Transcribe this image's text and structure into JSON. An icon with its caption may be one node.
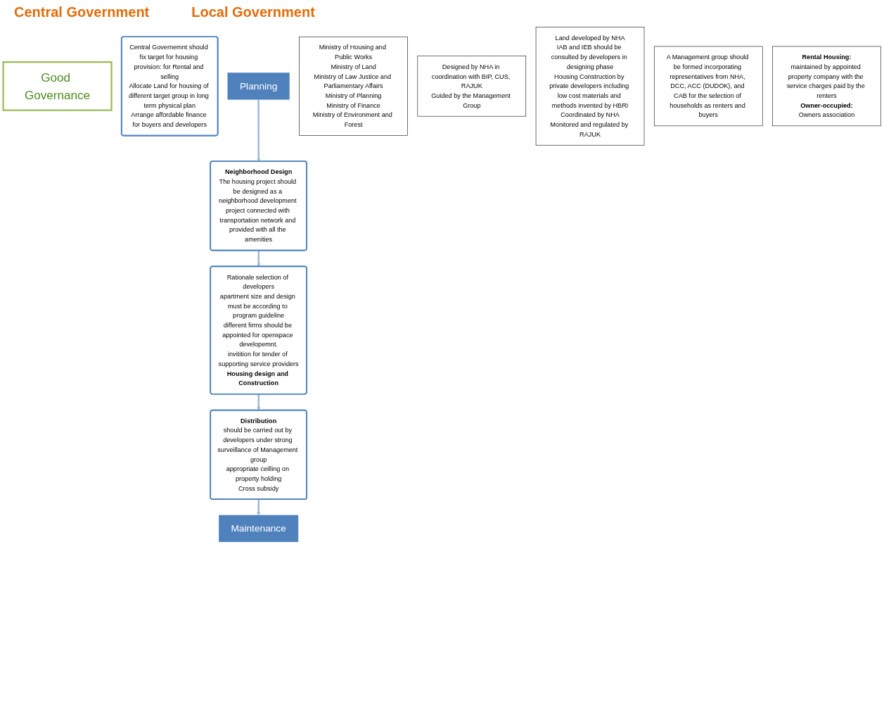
{
  "diagram": {
    "nodes": [
      {
        "text": [
          "Good Governance"
        ]
      },
      {
        "text": [
          "Central Governemnt should fix target for housing provision: for Rental and selling",
          "Allocate Land for housing of different target group in long term physical plan",
          "Arrange affordable finance for buyers and developers"
        ]
      },
      {
        "text": [
          "Planning"
        ]
      },
      {
        "text": [
          "Ministry of Housing and Public Works",
          "Ministry of Land",
          "Ministry of Law Justice and Parliamentary Affairs",
          "Ministry of Planning",
          "Ministry of Finance",
          "Ministry of Environment and Forest"
        ]
      },
      {
        "text": [
          "Neighborhood Design",
          "The housing project should be designed as a neighborhood development project connected with transportation network and provided with all the amenities"
        ]
      },
      {
        "text": [
          "Designed by NHA in coordination with BIP, CUS, RAJUK",
          "Guided by the Management Group"
        ]
      },
      {
        "text": [
          "Rationale selection of developers",
          "apartment size and design must be according to program guideline",
          "different firms should be appointed for openspace developemnt.",
          "invitition for tender of supporting service providers",
          "Housing design and Construction"
        ]
      },
      {
        "text": [
          "Land developed by NHA",
          "IAB and IEB should be consulted by developers in designing phase",
          "Housing Construction by private developers including low cost materials and methods invented by HBRI",
          "Coordinated by NHA",
          "Monitored and regulated by RAJUK"
        ]
      },
      {
        "text": [
          "A Management group should be formed incorporating representatives from NHA, DCC, ACC (DUDOK), and CAB for the selection of households as renters and buyers"
        ]
      },
      {
        "text": [
          "Distribution",
          "should be carried out by developers under strong surveillance of Management group",
          "appropriate ceilling on property holding",
          "Cross subsidy"
        ]
      },
      {
        "text": [
          "Maintenance"
        ]
      },
      {
        "text": [
          "Rental Housing:",
          "maintained by appointed property company with the service charges paid by the renters",
          "Owner-occupied:",
          "Owners association"
        ]
      }
    ],
    "edges": [
      {
        "from": 2,
        "to": 4,
        "arrow": "to"
      },
      {
        "from": 4,
        "to": 6,
        "arrow": "to"
      },
      {
        "from": 6,
        "to": 9,
        "arrow": "to"
      },
      {
        "from": 9,
        "to": 10,
        "arrow": "to"
      }
    ],
    "labels": [
      "Central Government",
      "Local Government"
    ]
  }
}
